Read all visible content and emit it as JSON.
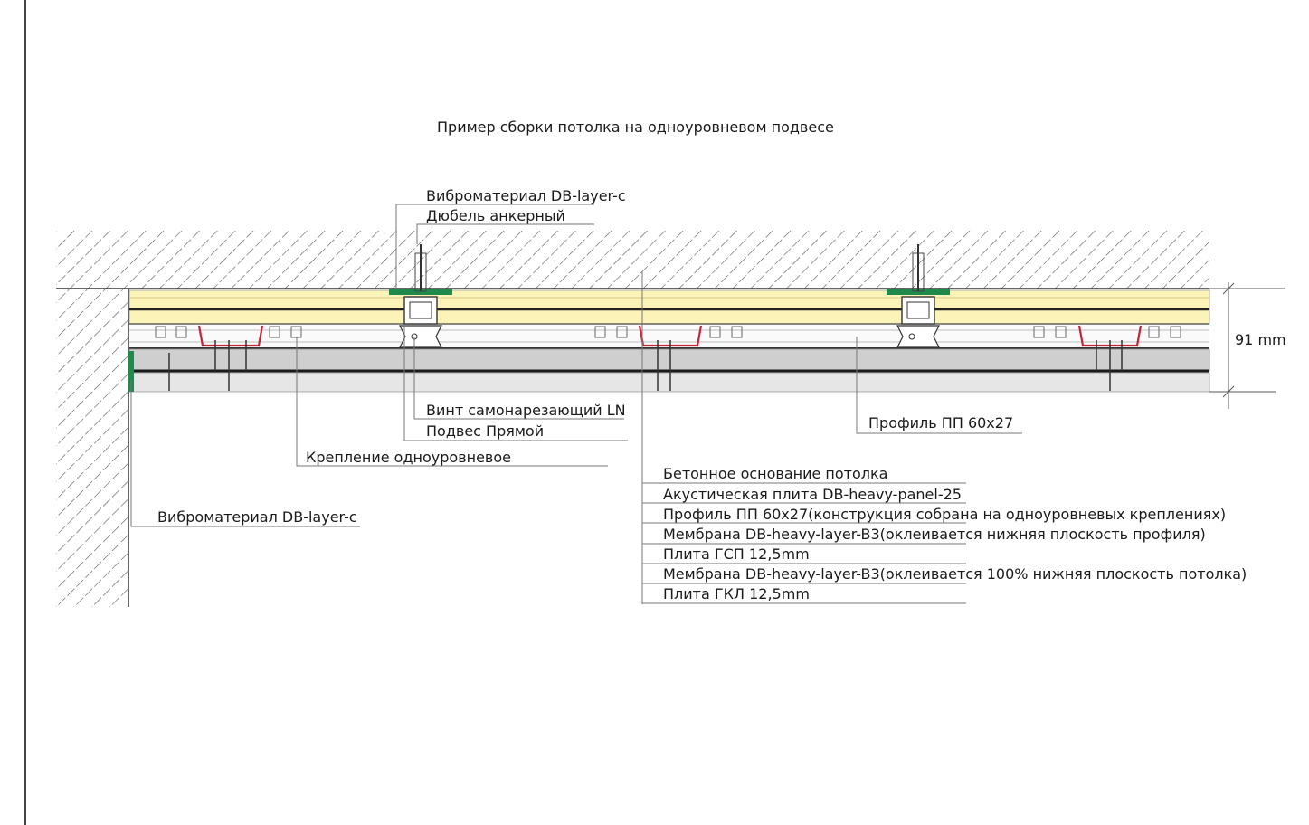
{
  "title": "Пример сборки потолка на одноуровневом подвесе",
  "dimension": "91 mm",
  "callouts_top": [
    "Виброматериал DB-layer-c",
    "Дюбель анкерный"
  ],
  "callouts_mid": [
    "Винт самонарезающий LN",
    "Подвес Прямой"
  ],
  "callout_fastener": "Крепление одноуровневое",
  "callout_profile": "Профиль ПП 60x27",
  "callout_side": "Виброматериал DB-layer-c",
  "layers": [
    "Бетонное основание потолка",
    "Акустическая плита DB-heavy-panel-25",
    "Профиль ПП 60x27(конструкция собрана на одноуровневых креплениях)",
    "Мембрана DB-heavy-layer-B3(оклеивается нижняя плоскость профиля)",
    "Плита ГСП 12,5mm",
    "Мембрана DB-heavy-layer-B3(оклеивается 100% нижняя плоскость потолка)",
    "Плита ГКЛ 12,5mm"
  ],
  "colors": {
    "acoustic_panel": "#fbf3b8",
    "suspender_plate": "#1f8a4c",
    "clip": "#c0283a",
    "board": "#cfcfcf",
    "membrane": "#2a2a2a"
  }
}
